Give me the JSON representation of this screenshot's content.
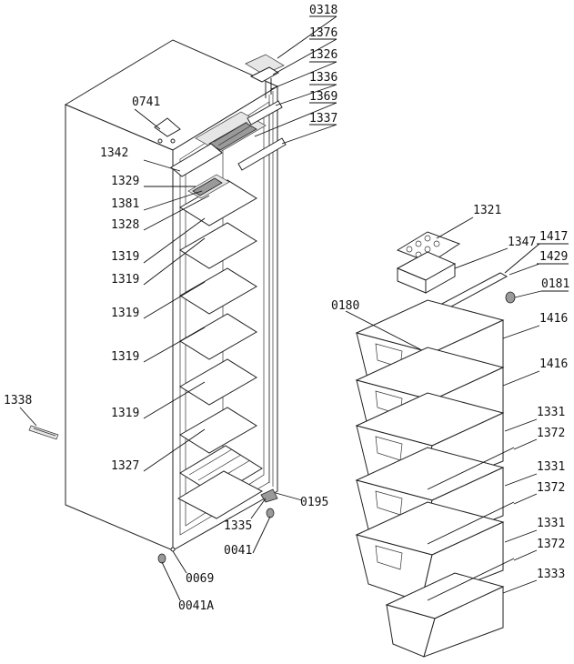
{
  "labels": {
    "l0318": "0318",
    "l1376": "1376",
    "l1326": "1326",
    "l1336": "1336",
    "l0741": "0741",
    "l1369": "1369",
    "l1337": "1337",
    "l1342": "1342",
    "l1329": "1329",
    "l1381": "1381",
    "l1328": "1328",
    "l1319a": "1319",
    "l1319b": "1319",
    "l1319c": "1319",
    "l1319d": "1319",
    "l1319e": "1319",
    "l1327": "1327",
    "l1338": "1338",
    "l1335": "1335",
    "l0195": "0195",
    "l0041": "0041",
    "l0069": "0069",
    "l0041A": "0041A",
    "l1321": "1321",
    "l1347": "1347",
    "l1417": "1417",
    "l1429": "1429",
    "l0180": "0180",
    "l0181": "0181",
    "l1416a": "1416",
    "l1416b": "1416",
    "l1331a": "1331",
    "l1372a": "1372",
    "l1331b": "1331",
    "l1372b": "1372",
    "l1331c": "1331",
    "l1372c": "1372",
    "l1333": "1333"
  }
}
